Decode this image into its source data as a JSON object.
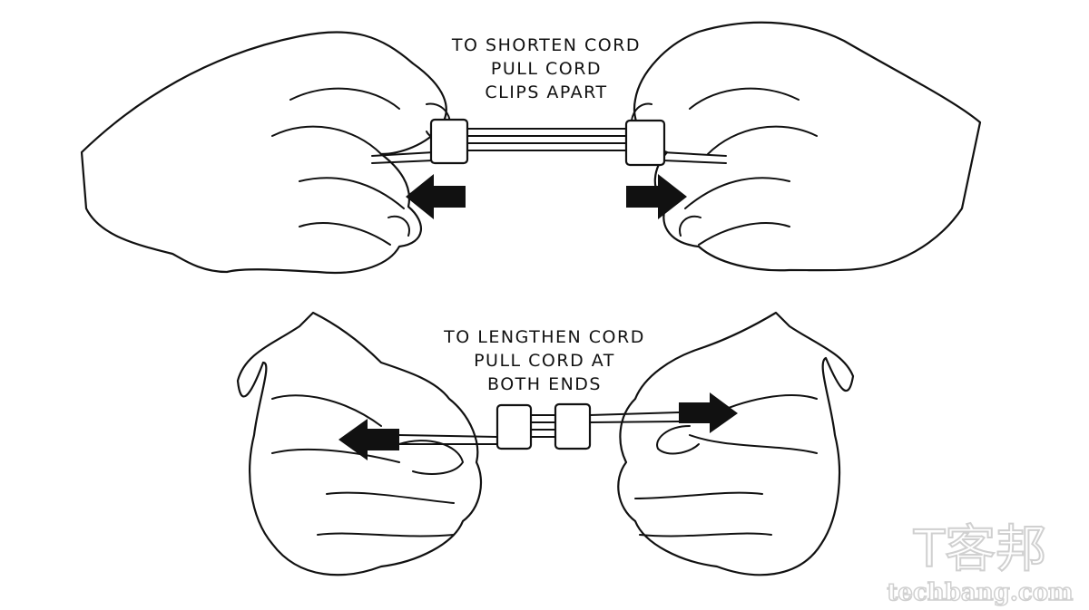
{
  "top_instruction": {
    "lines": [
      "TO SHORTEN CORD",
      "PULL CORD",
      "CLIPS APART"
    ]
  },
  "bottom_instruction": {
    "lines": [
      "TO LENGTHEN CORD",
      "PULL CORD AT",
      "BOTH ENDS"
    ]
  },
  "watermark": {
    "chinese": "T客邦",
    "site": "techbang.com"
  }
}
